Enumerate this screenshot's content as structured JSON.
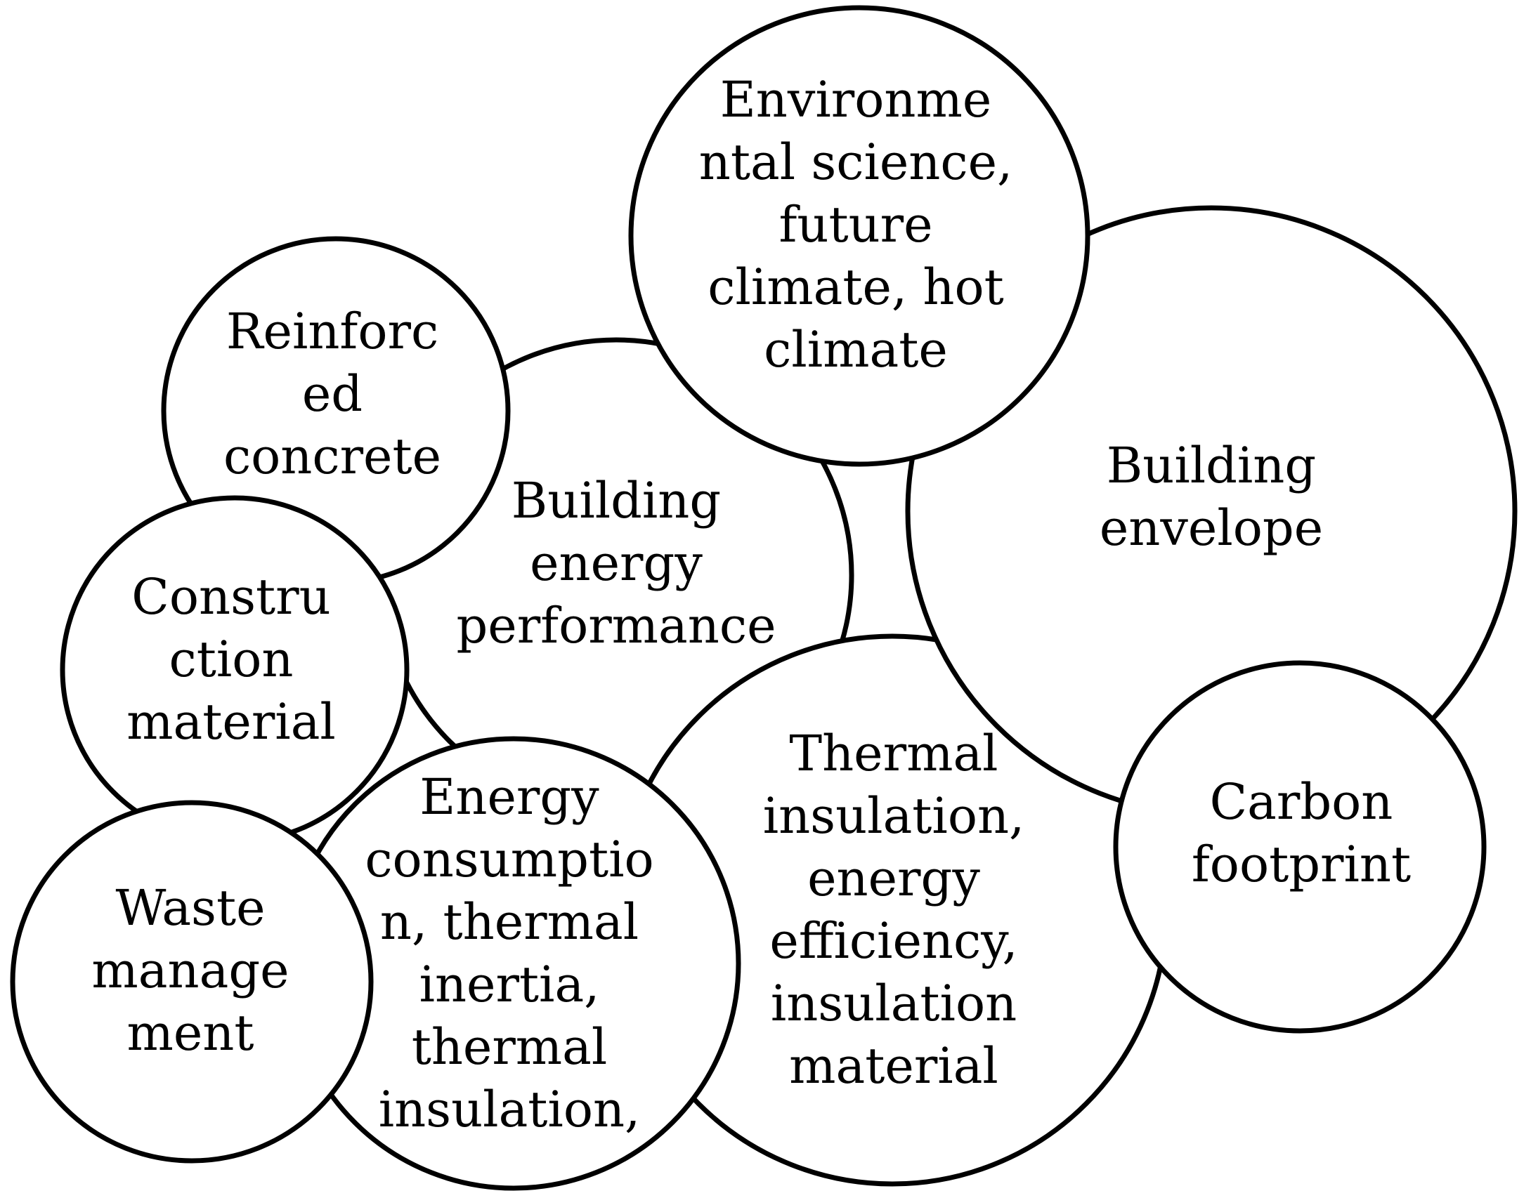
{
  "bubbles": [
    {
      "id": "building-energy-performance",
      "lines": [
        "Building",
        "energy",
        "performance"
      ]
    },
    {
      "id": "thermal-insulation",
      "lines": [
        "Thermal",
        "insulation,",
        "energy",
        "efficiency,",
        "insulation",
        "material"
      ]
    },
    {
      "id": "building-envelope",
      "lines": [
        "Building",
        "envelope"
      ]
    },
    {
      "id": "energy-consumption",
      "lines": [
        "Energy",
        "consumptio",
        "n, thermal",
        "inertia,",
        "thermal",
        "insulation,"
      ]
    },
    {
      "id": "environmental-science",
      "lines": [
        "Environme",
        "ntal science,",
        "future",
        "climate, hot",
        "climate"
      ]
    },
    {
      "id": "reinforced-concrete",
      "lines": [
        "Reinforc",
        "ed",
        "concrete"
      ]
    },
    {
      "id": "construction-material",
      "lines": [
        "Constru",
        "ction",
        "material"
      ]
    },
    {
      "id": "waste-management",
      "lines": [
        "Waste",
        "manage",
        "ment"
      ]
    },
    {
      "id": "carbon-footprint",
      "lines": [
        "Carbon",
        "footprint"
      ]
    }
  ]
}
